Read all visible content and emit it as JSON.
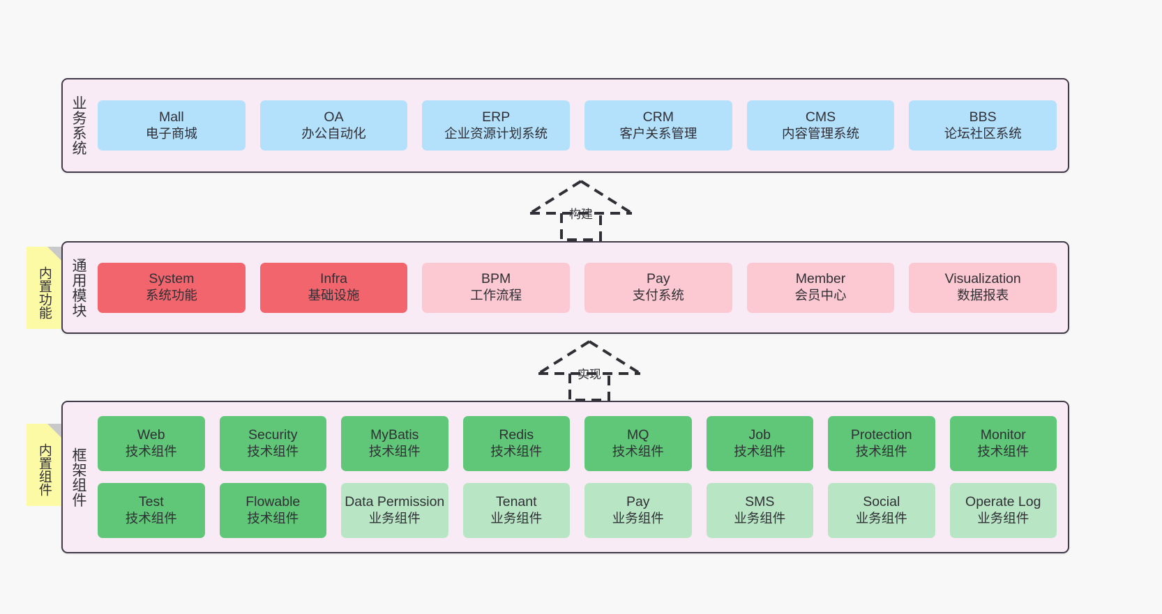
{
  "diagram": {
    "background_color": "#f8f8f8",
    "band_fill": "#f9ebf6",
    "band_border": "#413a48",
    "note_fill": "#fdfaa5"
  },
  "bands": [
    {
      "id": "business",
      "title": "业务系统",
      "rows": [
        {
          "cells": [
            {
              "en": "Mall",
              "cn": "电子商城",
              "color": "#b3e0fb"
            },
            {
              "en": "OA",
              "cn": "办公自动化",
              "color": "#b3e0fb"
            },
            {
              "en": "ERP",
              "cn": "企业资源计划系统",
              "color": "#b3e0fb"
            },
            {
              "en": "CRM",
              "cn": "客户关系管理",
              "color": "#b3e0fb"
            },
            {
              "en": "CMS",
              "cn": "内容管理系统",
              "color": "#b3e0fb"
            },
            {
              "en": "BBS",
              "cn": "论坛社区系统",
              "color": "#b3e0fb"
            }
          ]
        }
      ]
    },
    {
      "id": "modules",
      "title": "通用模块",
      "note": "内置功能",
      "rows": [
        {
          "cells": [
            {
              "en": "System",
              "cn": "系统功能",
              "color": "#f2656d"
            },
            {
              "en": "Infra",
              "cn": "基础设施",
              "color": "#f2656d"
            },
            {
              "en": "BPM",
              "cn": "工作流程",
              "color": "#fcc9d2"
            },
            {
              "en": "Pay",
              "cn": "支付系统",
              "color": "#fcc9d2"
            },
            {
              "en": "Member",
              "cn": "会员中心",
              "color": "#fcc9d2"
            },
            {
              "en": "Visualization",
              "cn": "数据报表",
              "color": "#fcc9d2"
            }
          ]
        }
      ]
    },
    {
      "id": "framework",
      "title": "框架组件",
      "note": "内置组件",
      "rows": [
        {
          "cells": [
            {
              "en": "Web",
              "cn": "技术组件",
              "color": "#5fc777"
            },
            {
              "en": "Security",
              "cn": "技术组件",
              "color": "#5fc777"
            },
            {
              "en": "MyBatis",
              "cn": "技术组件",
              "color": "#5fc777"
            },
            {
              "en": "Redis",
              "cn": "技术组件",
              "color": "#5fc777"
            },
            {
              "en": "MQ",
              "cn": "技术组件",
              "color": "#5fc777"
            },
            {
              "en": "Job",
              "cn": "技术组件",
              "color": "#5fc777"
            },
            {
              "en": "Protection",
              "cn": "技术组件",
              "color": "#5fc777"
            },
            {
              "en": "Monitor",
              "cn": "技术组件",
              "color": "#5fc777"
            }
          ]
        },
        {
          "cells": [
            {
              "en": "Test",
              "cn": "技术组件",
              "color": "#5fc777"
            },
            {
              "en": "Flowable",
              "cn": "技术组件",
              "color": "#5fc777"
            },
            {
              "en": "Data Permission",
              "cn": "业务组件",
              "color": "#b8e6c4"
            },
            {
              "en": "Tenant",
              "cn": "业务组件",
              "color": "#b8e6c4"
            },
            {
              "en": "Pay",
              "cn": "业务组件",
              "color": "#b8e6c4"
            },
            {
              "en": "SMS",
              "cn": "业务组件",
              "color": "#b8e6c4"
            },
            {
              "en": "Social",
              "cn": "业务组件",
              "color": "#b8e6c4"
            },
            {
              "en": "Operate Log",
              "cn": "业务组件",
              "color": "#b8e6c4"
            }
          ]
        }
      ]
    }
  ],
  "connectors": [
    {
      "id": "build",
      "label": "构建",
      "style": "dashed-generalization",
      "direction": "up"
    },
    {
      "id": "impl",
      "label": "实现",
      "style": "dashed-generalization",
      "direction": "up"
    }
  ]
}
